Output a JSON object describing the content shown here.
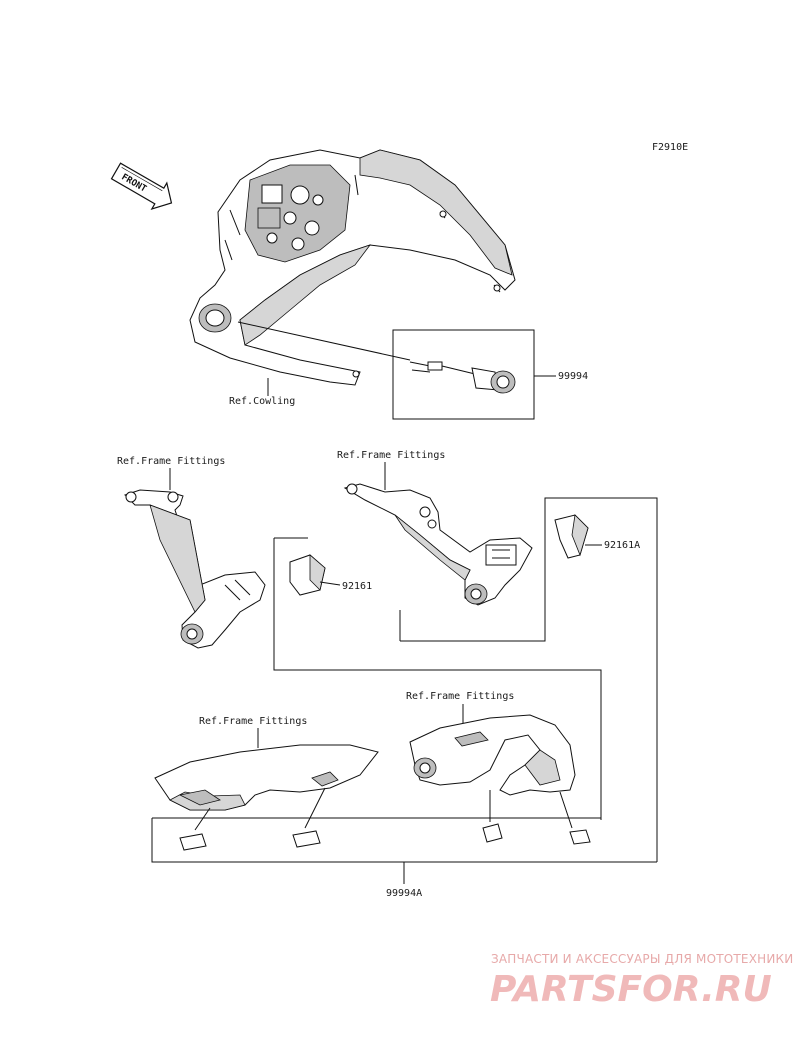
{
  "diagram": {
    "code": "F2910E",
    "front_label": "FRONT",
    "labels": {
      "ref_cowling": "Ref.Cowling",
      "ref_frame_1": "Ref.Frame Fittings",
      "ref_frame_2": "Ref.Frame Fittings",
      "ref_frame_3": "Ref.Frame Fittings",
      "ref_frame_4": "Ref.Frame Fittings"
    },
    "parts": {
      "socket_kit": "99994",
      "cap_right": "92161A",
      "cap_left": "92161",
      "protector_kit": "99994A"
    }
  },
  "watermark": {
    "tagline": "ЗАПЧАСТИ И АКСЕССУАРЫ ДЛЯ МОТОТЕХНИКИ",
    "brand": "PARTSFOR.RU"
  }
}
